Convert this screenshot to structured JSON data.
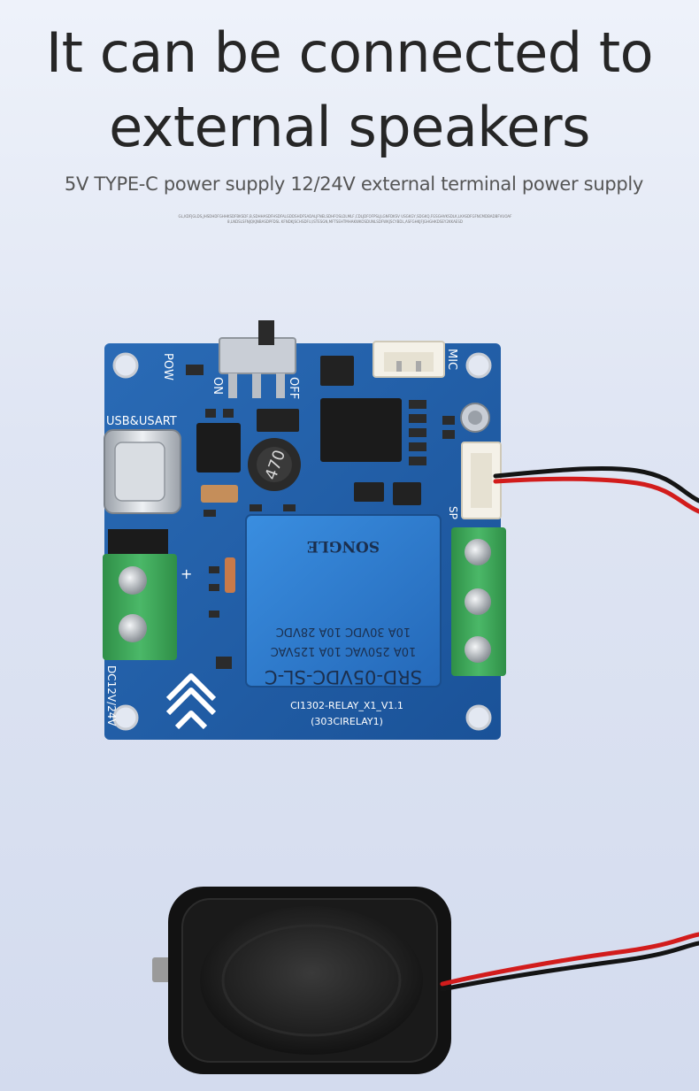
{
  "headline": {
    "line1": "It can be connected to",
    "line2": "external speakers"
  },
  "subheadline": "5V TYPE-C power supply 12/24V external terminal power supply",
  "fineprint": "GL,KDFJGLDS,JHSDHDFGHHKSDFBKSDF,B,SDHHASDFHSDFALGDDSHDFSADALJFNELSDHFOSLDLMLF,CDLJDFOFPSLJLGNFDKSV USGKGY,SDGKQ,FGSGHVKSDLK,LKASDFGFNCMDBADBFVUOAF8,LNDSLSFNJQKJNBASDPFDSL KFNDKJSCHSDFU,ISTESGN,MFTSEHTMHAKWKOSDUNLSDFWKJSCYBDL,ASFGHKJFJGHGHKDSEY2KKAESD",
  "board": {
    "silkscreen_pow": "POW",
    "silkscreen_on": "ON",
    "silkscreen_off": "OFF",
    "silkscreen_mic": "MIC",
    "silkscreen_usb": "USB&USART",
    "silkscreen_sp": "SP",
    "silkscreen_dc": "DC12V/24V",
    "silkscreen_plus": "+",
    "inductor_mark": "470",
    "relay_model": "SRD-05VDC-SL-C",
    "relay_line1": "10A 250VAC  10A 125VAC",
    "relay_line2": "10A 30VDC  10A 28VDC",
    "relay_brand": "SONGLE",
    "board_name": "CI1302-RELAY_X1_V1.1",
    "board_code": "(303CIRELAY1)"
  },
  "colors": {
    "pcb": "#1f5ea8",
    "terminal": "#3fa65a",
    "relay": "#2d7fd2",
    "wire_red": "#d21c1c",
    "wire_black": "#141414",
    "speaker": "#1c1c1c"
  }
}
